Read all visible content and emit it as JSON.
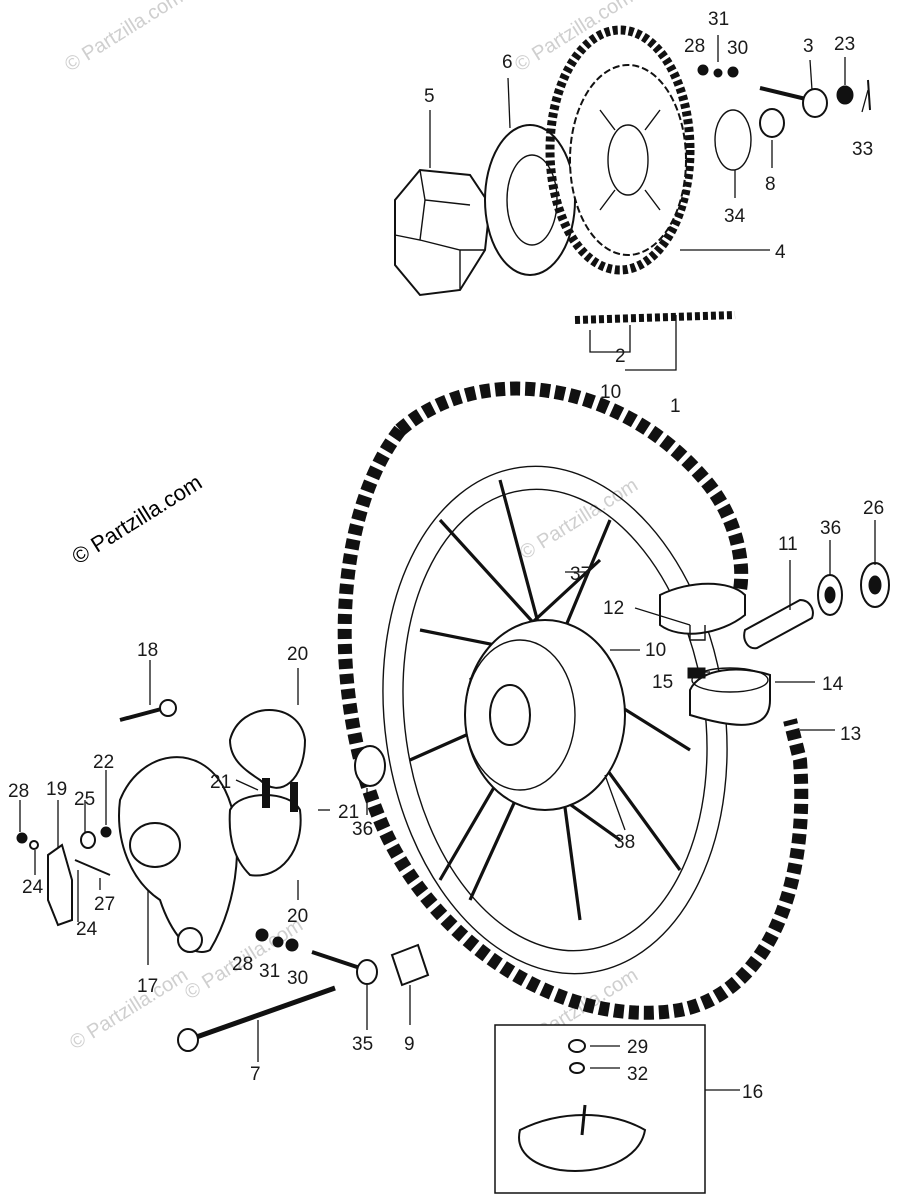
{
  "watermarks": {
    "main": "© Partzilla.com",
    "faint": "© Partzilla.com"
  },
  "callouts": [
    {
      "id": "p1",
      "text": "1"
    },
    {
      "id": "p2",
      "text": "2"
    },
    {
      "id": "p3",
      "text": "3"
    },
    {
      "id": "p4",
      "text": "4"
    },
    {
      "id": "p5",
      "text": "5"
    },
    {
      "id": "p6",
      "text": "6"
    },
    {
      "id": "p7",
      "text": "7"
    },
    {
      "id": "p8",
      "text": "8"
    },
    {
      "id": "p9",
      "text": "9"
    },
    {
      "id": "p10a",
      "text": "10"
    },
    {
      "id": "p10b",
      "text": "10"
    },
    {
      "id": "p11",
      "text": "11"
    },
    {
      "id": "p12",
      "text": "12"
    },
    {
      "id": "p13",
      "text": "13"
    },
    {
      "id": "p14",
      "text": "14"
    },
    {
      "id": "p15",
      "text": "15"
    },
    {
      "id": "p16",
      "text": "16"
    },
    {
      "id": "p17",
      "text": "17"
    },
    {
      "id": "p18",
      "text": "18"
    },
    {
      "id": "p19",
      "text": "19"
    },
    {
      "id": "p20a",
      "text": "20"
    },
    {
      "id": "p20b",
      "text": "20"
    },
    {
      "id": "p21a",
      "text": "21"
    },
    {
      "id": "p21b",
      "text": "21"
    },
    {
      "id": "p22",
      "text": "22"
    },
    {
      "id": "p23",
      "text": "23"
    },
    {
      "id": "p24a",
      "text": "24"
    },
    {
      "id": "p24b",
      "text": "24"
    },
    {
      "id": "p25",
      "text": "25"
    },
    {
      "id": "p26",
      "text": "26"
    },
    {
      "id": "p27",
      "text": "27"
    },
    {
      "id": "p28a",
      "text": "28"
    },
    {
      "id": "p28b",
      "text": "28"
    },
    {
      "id": "p28c",
      "text": "28"
    },
    {
      "id": "p29",
      "text": "29"
    },
    {
      "id": "p30a",
      "text": "30"
    },
    {
      "id": "p30b",
      "text": "30"
    },
    {
      "id": "p31a",
      "text": "31"
    },
    {
      "id": "p31b",
      "text": "31"
    },
    {
      "id": "p32",
      "text": "32"
    },
    {
      "id": "p33",
      "text": "33"
    },
    {
      "id": "p34",
      "text": "34"
    },
    {
      "id": "p35",
      "text": "35"
    },
    {
      "id": "p36a",
      "text": "36"
    },
    {
      "id": "p36b",
      "text": "36"
    },
    {
      "id": "p37",
      "text": "37"
    },
    {
      "id": "p38",
      "text": "38"
    }
  ]
}
